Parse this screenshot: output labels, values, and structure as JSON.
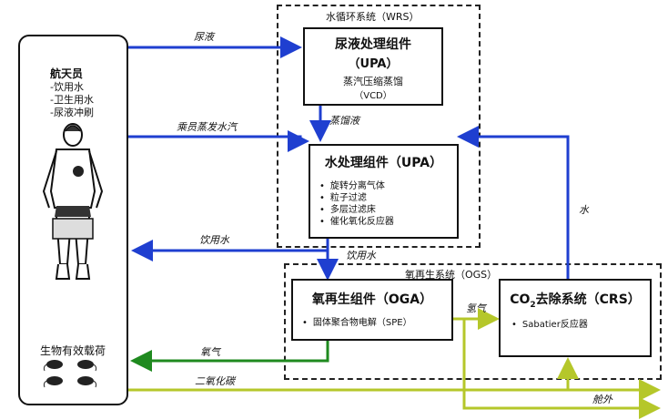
{
  "crew": {
    "title": "航天员",
    "items": [
      "-饮用水",
      "-卫生用水",
      "-尿液冲刷"
    ],
    "bio_label": "生物有效载荷"
  },
  "wrs": {
    "title": "水循环系统（WRS）",
    "upa_dist": {
      "title": "尿液处理组件",
      "abbr": "（UPA）",
      "sub": "蒸汽压缩蒸馏",
      "sub_abbr": "（VCD）"
    },
    "wpa": {
      "title": "水处理组件（UPA）",
      "items": [
        "旋转分离气体",
        "粒子过滤",
        "多层过滤床",
        "催化氧化反应器"
      ]
    }
  },
  "ogs": {
    "title": "氧再生系统（OGS）",
    "oga": {
      "title": "氧再生组件（OGA）",
      "items": [
        "固体聚合物电解（SPE）"
      ]
    },
    "crs": {
      "title_pre": "CO",
      "title_sub": "2",
      "title_post": "去除系统（CRS）",
      "items": [
        "Sabatier反应器"
      ]
    }
  },
  "flows": {
    "urine": "尿液",
    "vapor": "乘员蒸发水汽",
    "distillate": "蒸馏液",
    "water": "水",
    "drinking_left": "饮用水",
    "drinking_down": "饮用水",
    "hydrogen": "氢气",
    "oxygen": "氧气",
    "co2": "二氧化碳",
    "overboard": "舱外"
  },
  "colors": {
    "blue": "#1f3fd0",
    "green": "#1f8a1f",
    "yellowgreen": "#b5c72a"
  }
}
